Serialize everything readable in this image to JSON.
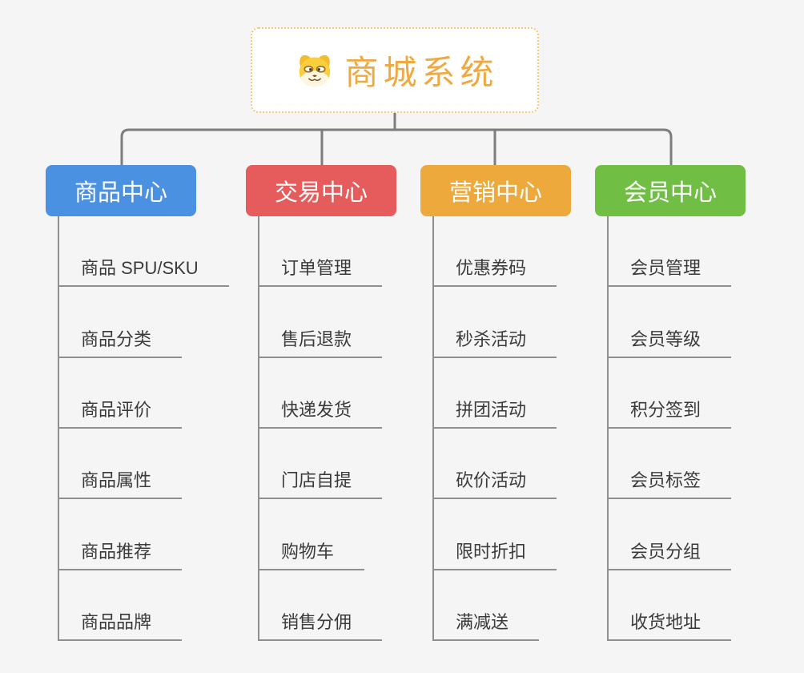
{
  "root": {
    "title": "商城系统",
    "icon": "shiba-dog-icon"
  },
  "colors": {
    "background": "#f5f5f6",
    "root_border": "#f6c778",
    "root_text": "#f0a841",
    "connector_line": "#7d7d7d",
    "leaf_line": "#8f8f8f",
    "leaf_text": "#3a3a3a",
    "branch_text": "#ffffff"
  },
  "branches": [
    {
      "label": "商品中心",
      "color": "#4b91e2",
      "children": [
        "商品 SPU/SKU",
        "商品分类",
        "商品评价",
        "商品属性",
        "商品推荐",
        "商品品牌"
      ]
    },
    {
      "label": "交易中心",
      "color": "#e65b5b",
      "children": [
        "订单管理",
        "售后退款",
        "快递发货",
        "门店自提",
        "购物车",
        "销售分佣"
      ]
    },
    {
      "label": "营销中心",
      "color": "#eda93c",
      "children": [
        "优惠券码",
        "秒杀活动",
        "拼团活动",
        "砍价活动",
        "限时折扣",
        "满减送"
      ]
    },
    {
      "label": "会员中心",
      "color": "#70be44",
      "children": [
        "会员管理",
        "会员等级",
        "积分签到",
        "会员标签",
        "会员分组",
        "收货地址"
      ]
    }
  ]
}
